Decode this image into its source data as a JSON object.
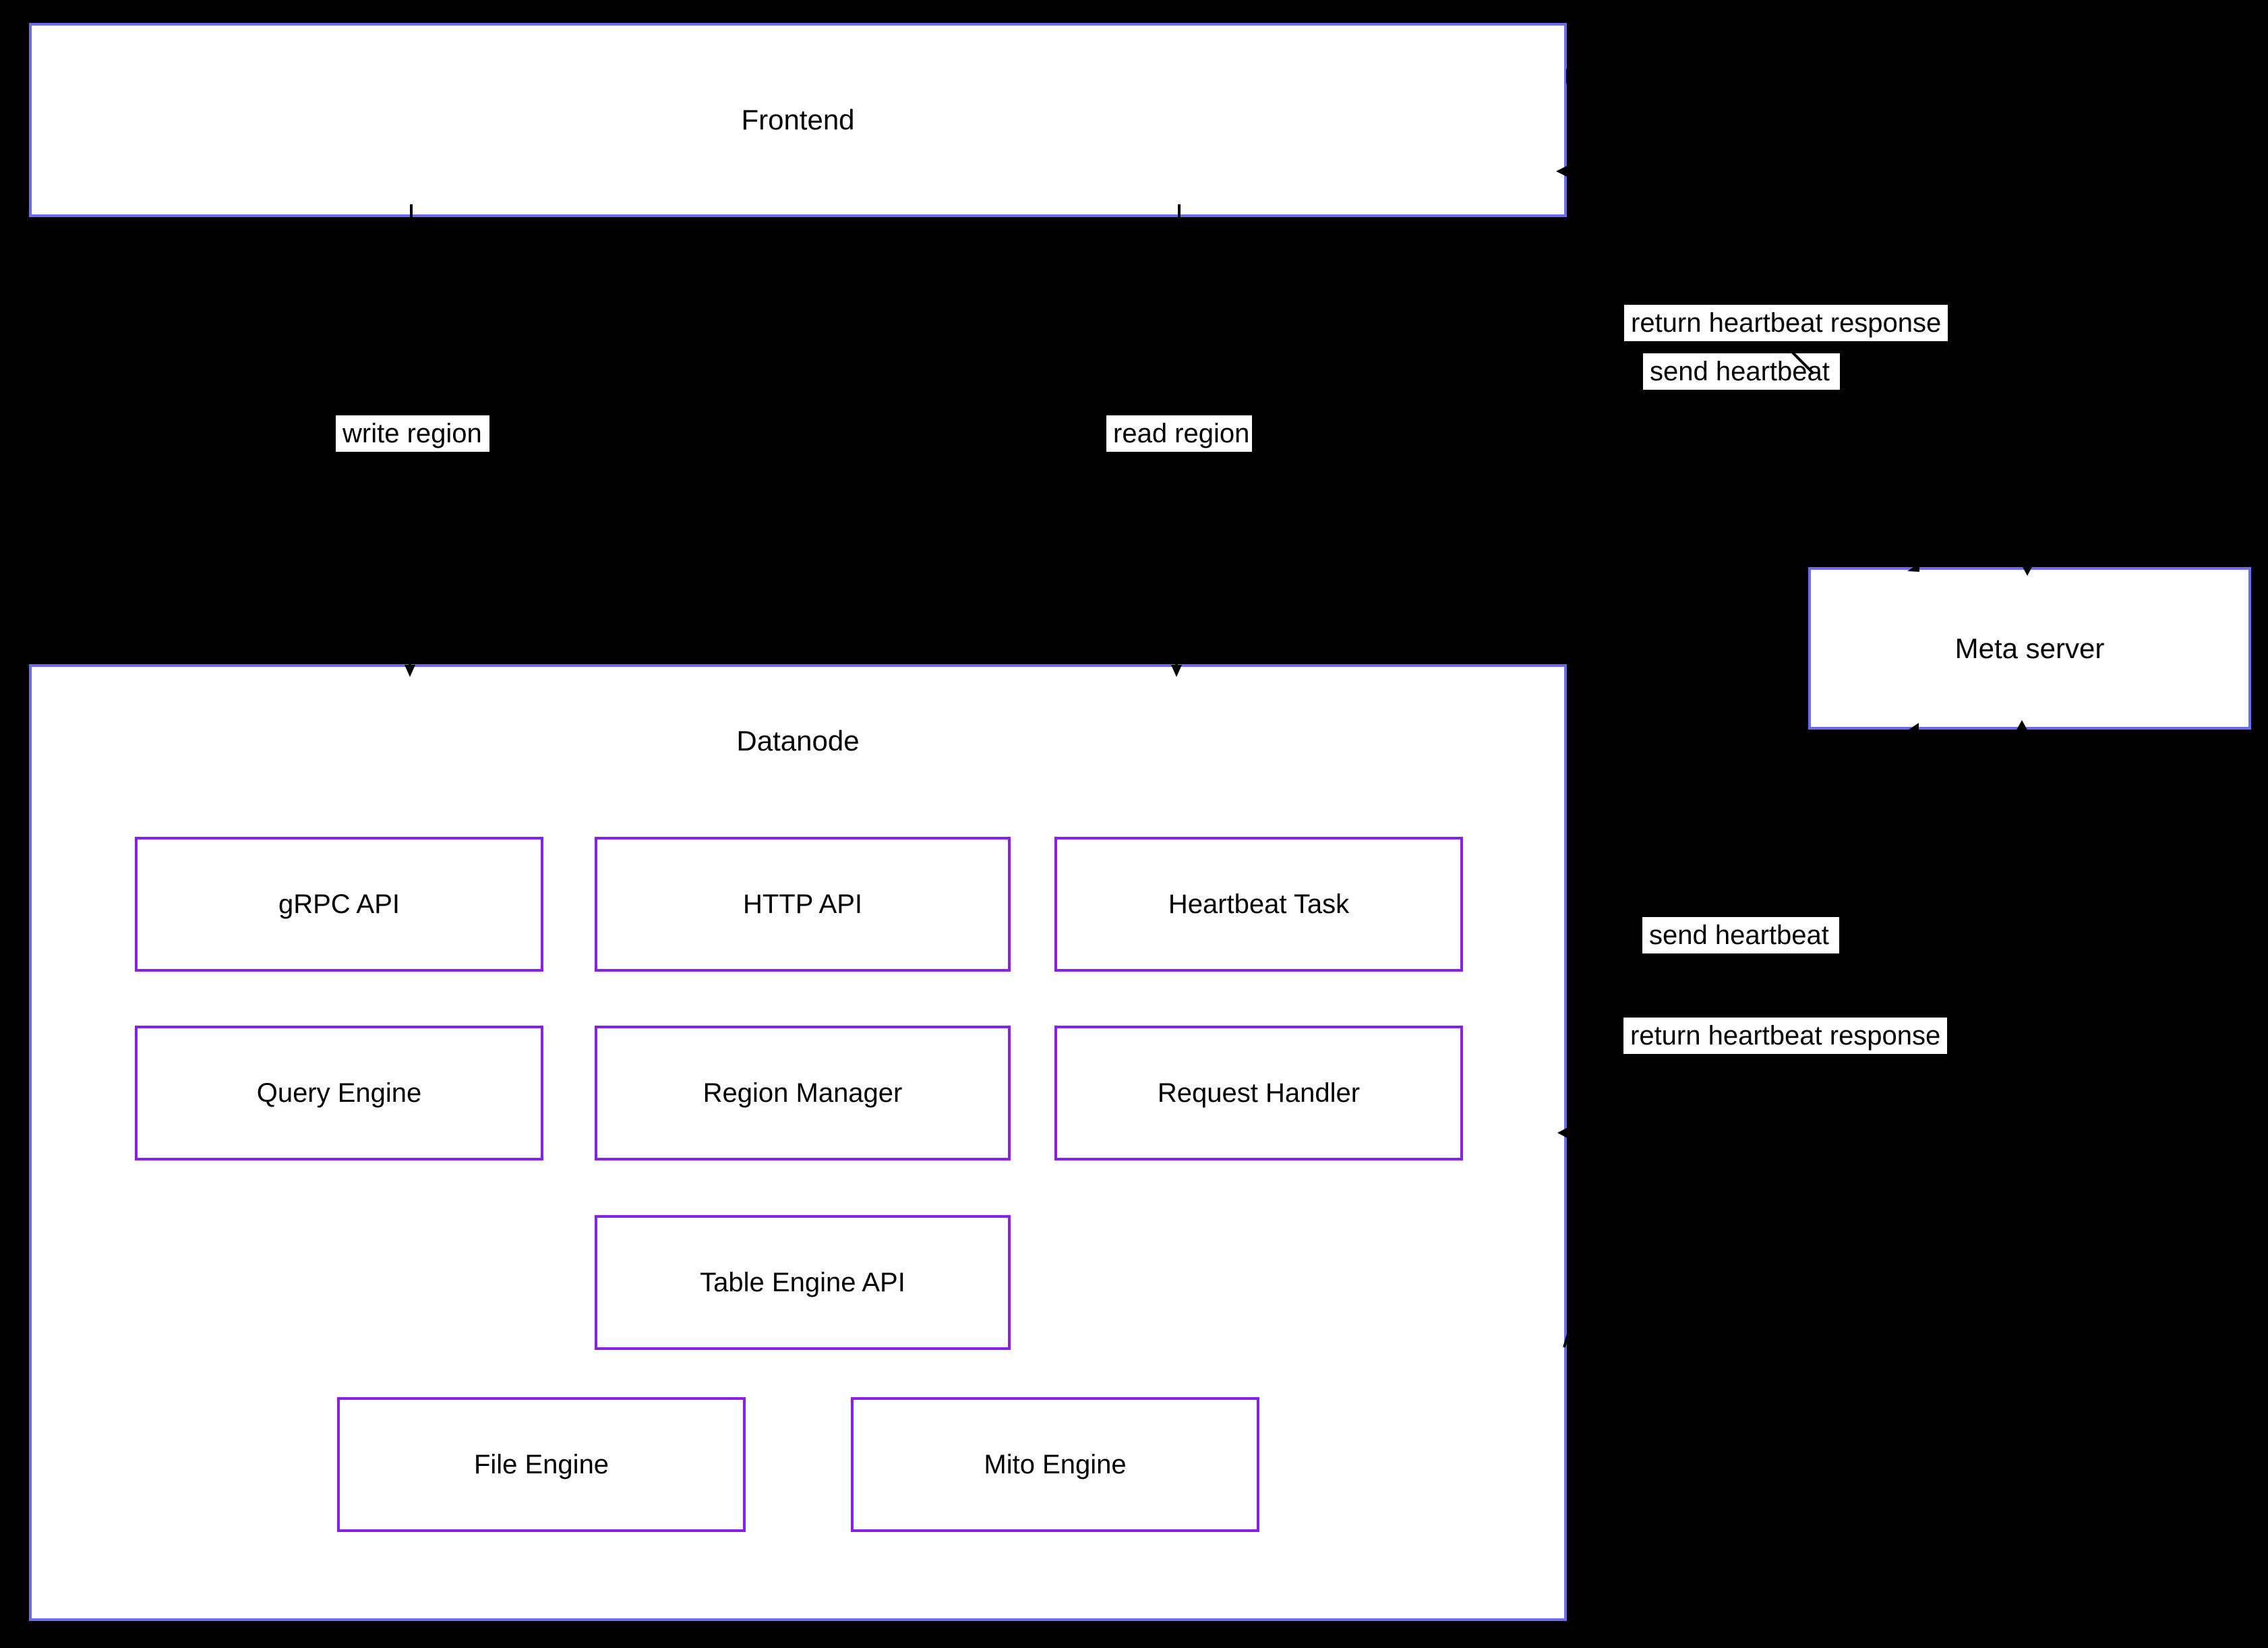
{
  "diagram": {
    "background": "#000000",
    "outer_border_color": "#6c6cf2",
    "component_border_color": "#8a1fe8",
    "arrow_color": "#000000",
    "nodes": {
      "frontend": {
        "label": "Frontend"
      },
      "datanode": {
        "label": "Datanode"
      },
      "meta_server": {
        "label": "Meta server"
      }
    },
    "components": [
      {
        "id": "grpc-api",
        "label": "gRPC API"
      },
      {
        "id": "http-api",
        "label": "HTTP API"
      },
      {
        "id": "heartbeat-task",
        "label": "Heartbeat Task"
      },
      {
        "id": "query-engine",
        "label": "Query Engine"
      },
      {
        "id": "region-manager",
        "label": "Region Manager"
      },
      {
        "id": "request-handler",
        "label": "Request Handler"
      },
      {
        "id": "table-engine-api",
        "label": "Table Engine API"
      },
      {
        "id": "file-engine",
        "label": "File Engine"
      },
      {
        "id": "mito-engine",
        "label": "Mito Engine"
      }
    ],
    "edge_labels": {
      "write_region": "write region",
      "read_region": "read region",
      "frontend_meta_return": "return heartbeat response",
      "frontend_meta_send": "send heartbeat",
      "datanode_meta_send": "send heartbeat",
      "datanode_meta_return": "return heartbeat response"
    }
  }
}
